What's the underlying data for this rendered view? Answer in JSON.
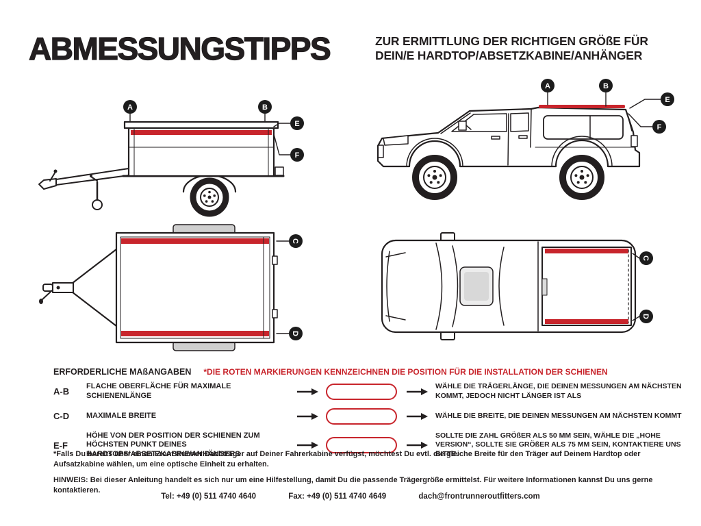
{
  "page": {
    "title": "ABMESSUNGSTIPPS",
    "subtitle": [
      "ZUR ERMITTLUNG DER RICHTIGEN GRÖßE FÜR",
      "DEIN/E HARDTOP/ABSETZKABINE/ANHÄNGER"
    ]
  },
  "labels": {
    "A": "A",
    "B": "B",
    "C": "C",
    "D": "D",
    "E": "E",
    "F": "F"
  },
  "measurements": {
    "heading": "ERFORDERLICHE MAßANGABEN",
    "red_note": "*DIE ROTEN MARKIERUNGEN KENNZEICHNEN DIE POSITION FÜR DIE INSTALLATION DER SCHIENEN",
    "rows": [
      {
        "key": "A-B",
        "desc": "FLACHE OBERFLÄCHE FÜR MAXIMALE SCHIENENLÄNGE",
        "result": "WÄHLE DIE TRÄGERLÄNGE, DIE DEINEN MESSUNGEN AM NÄCHSTEN KOMMT, JEDOCH NICHT LÄNGER IST ALS"
      },
      {
        "key": "C-D",
        "desc": "MAXIMALE BREITE",
        "result": "WÄHLE DIE BREITE, DIE DEINEN MESSUNGEN AM NÄCHSTEN KOMMT"
      },
      {
        "key": "E-F",
        "desc": "HÖHE VON DER POSITION DER SCHIENEN ZUM HÖCHSTEN PUNKT DEINES HARDTOPS/ABSETZKABINE/ANHÄNGERS",
        "result": "SOLLTE DIE ZAHL GRÖßER ALS 50 MM SEIN, WÄHLE DIE „HOHE VERSION“, SOLLTE SIE GRÖßER ALS 75 MM SEIN, KONTAKTIERE UNS BITTE."
      }
    ]
  },
  "notes": {
    "footnote": "*Falls Du bereits über einen Front Runner Dachträger auf Deiner Fahrerkabine verfügst, möchtest Du evtl. die gleiche Breite für den Träger auf Deinem Hardtop oder Aufsatzkabine wählen, um eine optische Einheit zu erhalten.",
    "hinweis": "HINWEIS: Bei dieser Anleitung handelt es sich nur um eine Hilfestellung, damit Du die passende Trägergröße ermittelst. Für weitere Informationen kannst Du uns gerne kontaktieren."
  },
  "contact": {
    "tel": "Tel: +49 (0) 511 4740 4640",
    "fax": "Fax: +49 (0) 511 4740 4649",
    "email": "dach@frontrunneroutfitters.com"
  },
  "colors": {
    "red": "#c8252c",
    "ink": "#231f20"
  }
}
